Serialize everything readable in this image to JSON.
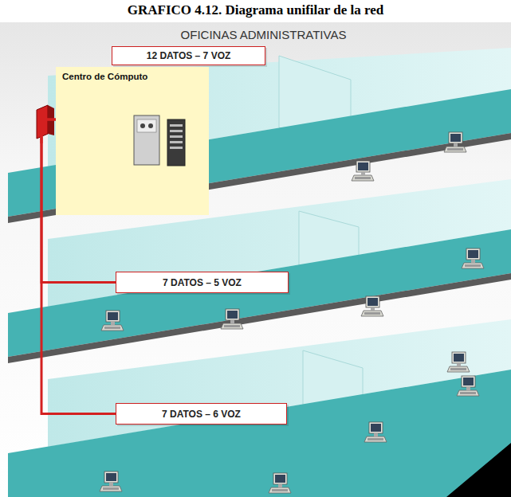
{
  "diagram": {
    "title": "GRAFICO 4.12. Diagrama unifilar de la red",
    "nodes": [
      {
        "text": [
          "12 DATOS – 7 VOZ"
        ]
      },
      {
        "text": [
          "Centro de Cómputo"
        ]
      },
      {
        "text": [
          "7 DATOS – 5 VOZ"
        ]
      },
      {
        "text": [
          "7 DATOS – 6 VOZ"
        ]
      }
    ],
    "edges": [
      {
        "from": 1,
        "to": 2,
        "arrow": "none"
      },
      {
        "from": 1,
        "to": 3,
        "arrow": "none"
      }
    ],
    "labels": [
      "OFICINAS ADMINISTRATIVAS"
    ]
  }
}
